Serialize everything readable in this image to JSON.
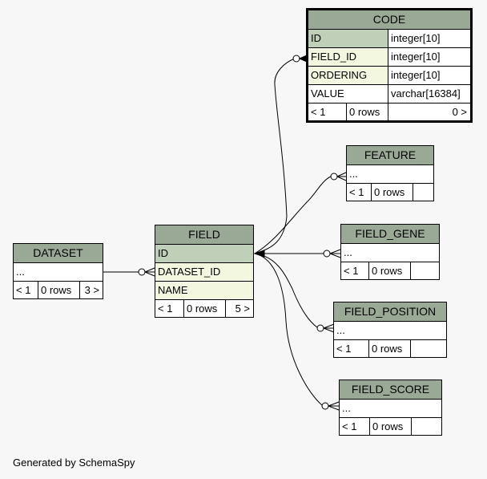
{
  "diagram": {
    "credit": "Generated by SchemaSpy",
    "tables": {
      "code": {
        "name": "CODE",
        "columns": [
          {
            "name": "ID",
            "type": "integer[10]",
            "kind": "primary-key"
          },
          {
            "name": "FIELD_ID",
            "type": "integer[10]",
            "kind": "foreign-key"
          },
          {
            "name": "ORDERING",
            "type": "integer[10]",
            "kind": "foreign-key"
          },
          {
            "name": "VALUE",
            "type": "varchar[16384]",
            "kind": "plain"
          }
        ],
        "footer": {
          "parents": "< 1",
          "rows": "0 rows",
          "children": "0 >"
        }
      },
      "feature": {
        "name": "FEATURE",
        "columns_summary": "...",
        "footer": {
          "parents": "< 1",
          "rows": "0 rows",
          "children": ""
        }
      },
      "field_gene": {
        "name": "FIELD_GENE",
        "columns_summary": "...",
        "footer": {
          "parents": "< 1",
          "rows": "0 rows",
          "children": ""
        }
      },
      "field_position": {
        "name": "FIELD_POSITION",
        "columns_summary": "...",
        "footer": {
          "parents": "< 1",
          "rows": "0 rows",
          "children": ""
        }
      },
      "field_score": {
        "name": "FIELD_SCORE",
        "columns_summary": "...",
        "footer": {
          "parents": "< 1",
          "rows": "0 rows",
          "children": ""
        }
      },
      "field": {
        "name": "FIELD",
        "columns": [
          {
            "name": "ID",
            "kind": "primary-key"
          },
          {
            "name": "DATASET_ID",
            "kind": "foreign-key"
          },
          {
            "name": "NAME",
            "kind": "foreign-key"
          }
        ],
        "footer": {
          "parents": "< 1",
          "rows": "0 rows",
          "children": "5 >"
        }
      },
      "dataset": {
        "name": "DATASET",
        "columns_summary": "...",
        "footer": {
          "parents": "< 1",
          "rows": "0 rows",
          "children": "3 >"
        }
      }
    },
    "relationships": [
      {
        "from": "FIELD.ID",
        "to": "CODE.FIELD_ID"
      },
      {
        "from": "FIELD.ID",
        "to": "FEATURE"
      },
      {
        "from": "FIELD.ID",
        "to": "FIELD_GENE"
      },
      {
        "from": "FIELD.ID",
        "to": "FIELD_POSITION"
      },
      {
        "from": "FIELD.ID",
        "to": "FIELD_SCORE"
      },
      {
        "from": "DATASET",
        "to": "FIELD.DATASET_ID"
      }
    ],
    "colors": {
      "header": "#9aa996",
      "primary_key": "#bfcfb8",
      "foreign_key": "#f4f7df",
      "background": "#f7f7f7"
    }
  }
}
